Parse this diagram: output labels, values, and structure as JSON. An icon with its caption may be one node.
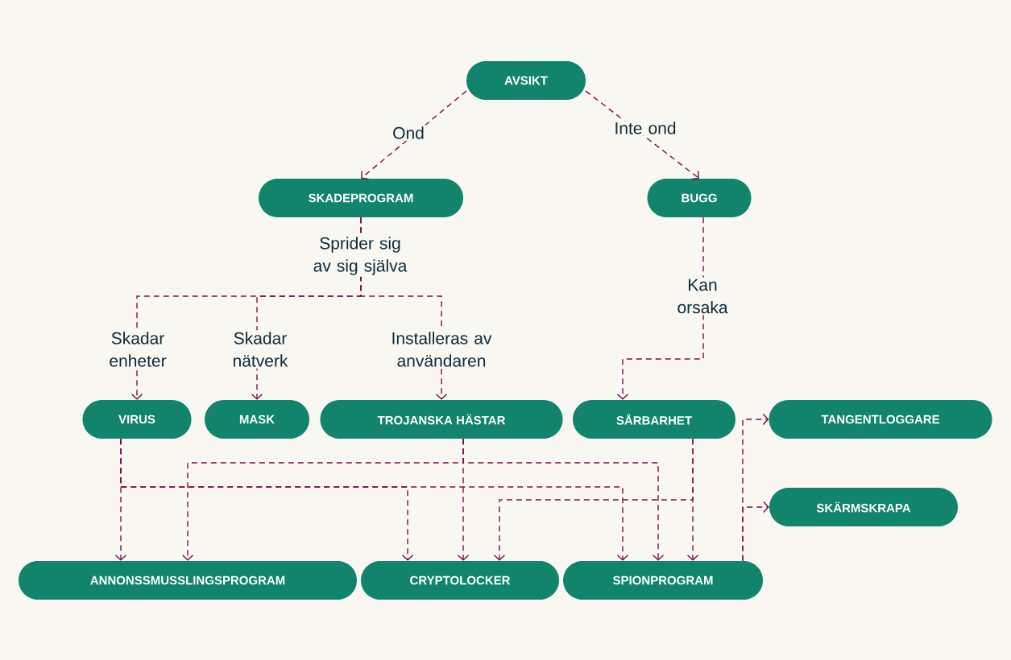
{
  "diagram": {
    "nodes": [
      {
        "text": [
          "AVSIKT"
        ]
      },
      {
        "text": [
          "SKADEPROGRAM"
        ]
      },
      {
        "text": [
          "BUGG"
        ]
      },
      {
        "text": [
          "VIRUS"
        ]
      },
      {
        "text": [
          "MASK"
        ]
      },
      {
        "text": [
          "TROJANSKA HÄSTAR"
        ]
      },
      {
        "text": [
          "SÅRBARHET"
        ]
      },
      {
        "text": [
          "TANGENTLOGGARE"
        ]
      },
      {
        "text": [
          "SKÄRMSKRAPA"
        ]
      },
      {
        "text": [
          "ANNONSSMUSSLINGSPROGRAM"
        ]
      },
      {
        "text": [
          "CRYPTOLOCKER"
        ]
      },
      {
        "text": [
          "SPIONPROGRAM"
        ]
      }
    ],
    "edges": [
      {
        "from": 0,
        "to": 1,
        "arrow": "to",
        "label": "Ond",
        "style": "dashed"
      },
      {
        "from": 0,
        "to": 2,
        "arrow": "to",
        "label": "Inte ond",
        "style": "dashed"
      },
      {
        "from": 1,
        "to": 3,
        "arrow": "to",
        "label": "Skadar enheter",
        "style": "dashed"
      },
      {
        "from": 1,
        "to": 4,
        "arrow": "to",
        "label": "Skadar nätverk",
        "style": "dashed"
      },
      {
        "from": 1,
        "to": 5,
        "arrow": "to",
        "label": "Installeras av användaren",
        "style": "dashed"
      },
      {
        "from": 2,
        "to": 6,
        "arrow": "to",
        "label": "Kan orsaka",
        "style": "dashed"
      },
      {
        "from": 3,
        "to": 9,
        "arrow": "to",
        "style": "dashed"
      },
      {
        "from": 3,
        "to": 10,
        "arrow": "to",
        "style": "dashed"
      },
      {
        "from": 3,
        "to": 11,
        "arrow": "to",
        "style": "dashed"
      },
      {
        "from": 5,
        "to": 9,
        "arrow": "to",
        "style": "dashed"
      },
      {
        "from": 5,
        "to": 10,
        "arrow": "to",
        "style": "dashed"
      },
      {
        "from": 5,
        "to": 11,
        "arrow": "to",
        "style": "dashed"
      },
      {
        "from": 6,
        "to": 11,
        "arrow": "to",
        "style": "dashed"
      },
      {
        "from": 6,
        "to": 10,
        "arrow": "to",
        "style": "dashed"
      },
      {
        "from": 11,
        "to": 7,
        "arrow": "to",
        "style": "dashed"
      },
      {
        "from": 11,
        "to": 8,
        "arrow": "to",
        "style": "dashed"
      }
    ],
    "labels": [
      "Sprider sig av sig själva"
    ]
  }
}
